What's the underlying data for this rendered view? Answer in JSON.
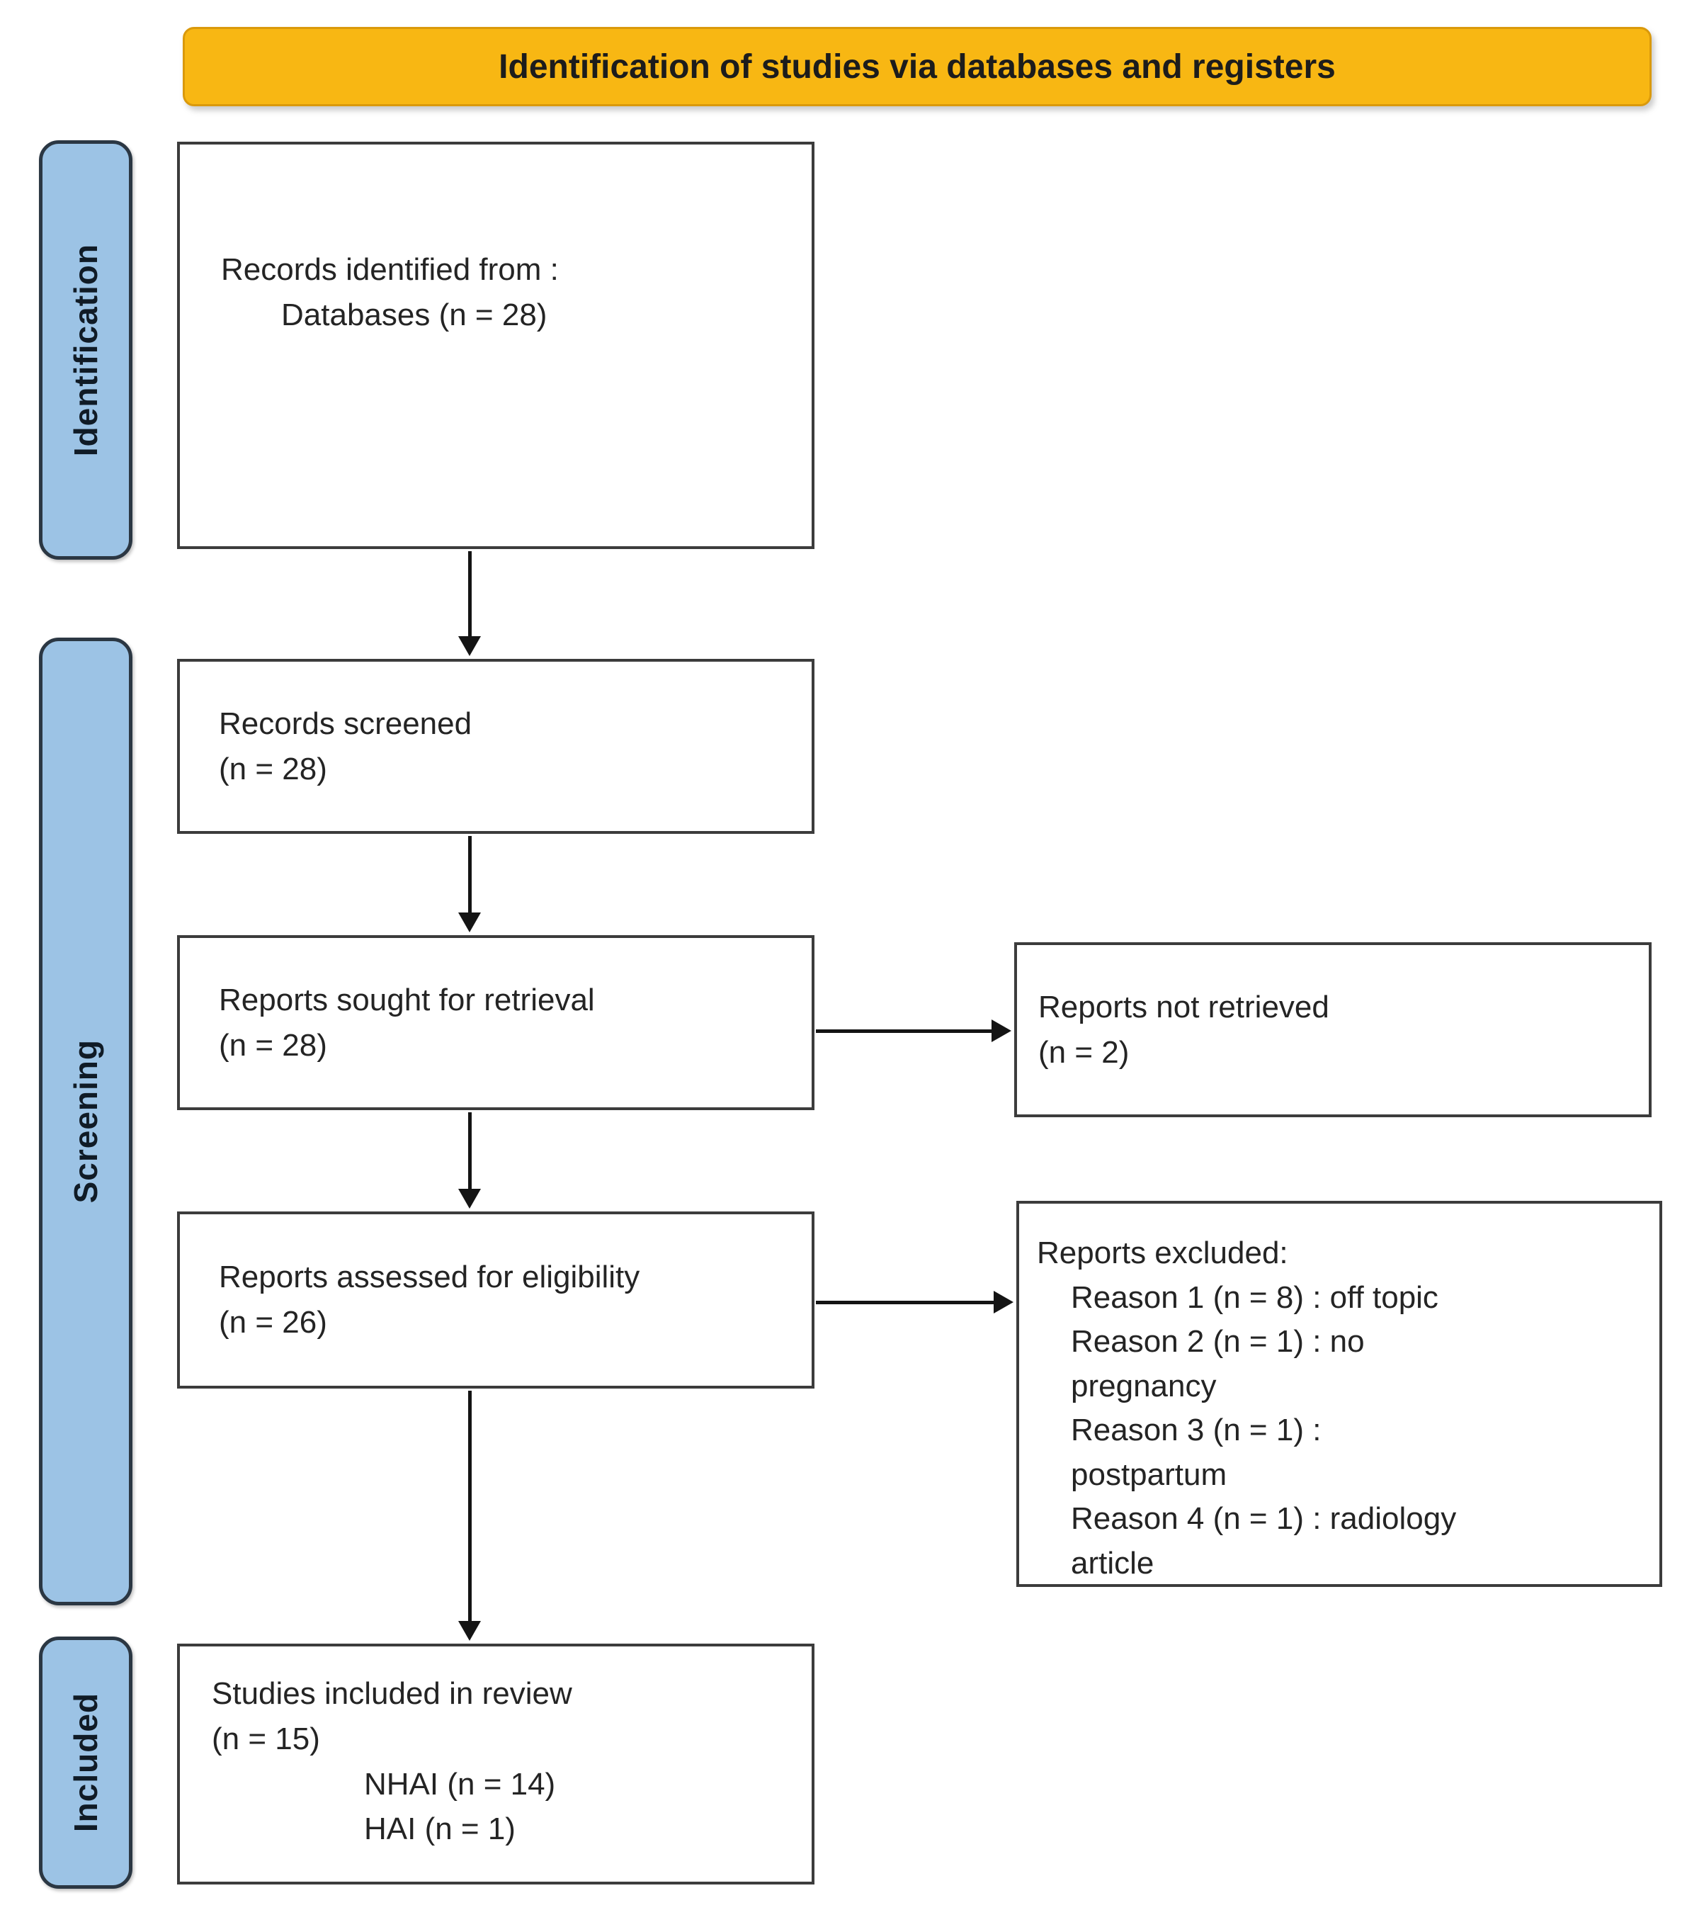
{
  "header": {
    "title": "Identification of studies via databases and registers"
  },
  "stages": {
    "identification": "Identification",
    "screening": "Screening",
    "included": "Included"
  },
  "boxes": {
    "records_identified": {
      "line1": "Records identified from :",
      "line2": "Databases (n = 28)"
    },
    "records_screened": {
      "line1": "Records screened",
      "line2": "(n = 28)"
    },
    "reports_sought": {
      "line1": "Reports sought for retrieval",
      "line2": "(n = 28)"
    },
    "reports_not_retrieved": {
      "line1": "Reports not retrieved",
      "line2": "(n = 2)"
    },
    "reports_assessed": {
      "line1": "Reports assessed for eligibility",
      "line2": "(n = 26)"
    },
    "reports_excluded": {
      "title": "Reports excluded:",
      "reason1": "Reason 1 (n = 8) : off topic",
      "reason2": "Reason 2 (n = 1) : no pregnancy",
      "reason3": "Reason 3 (n = 1) : postpartum",
      "reason4": "Reason 4 (n = 1) : radiology article"
    },
    "studies_included": {
      "line1": "Studies included in review",
      "line2": "(n = 15)",
      "line3": "NHAI (n = 14)",
      "line4": "HAI (n = 1)"
    }
  },
  "colors": {
    "page_bg": "#FFFFFF",
    "banner_bg": "#F8B713",
    "banner_border": "#DA990B",
    "banner_text": "#1C1C1C",
    "stage_bg": "#9CC3E5",
    "stage_border": "#2B3743",
    "stage_text": "#101B26",
    "box_bg": "#FFFFFF",
    "box_border": "#3C3C3C",
    "box_text": "#242424",
    "arrow": "#141414"
  }
}
